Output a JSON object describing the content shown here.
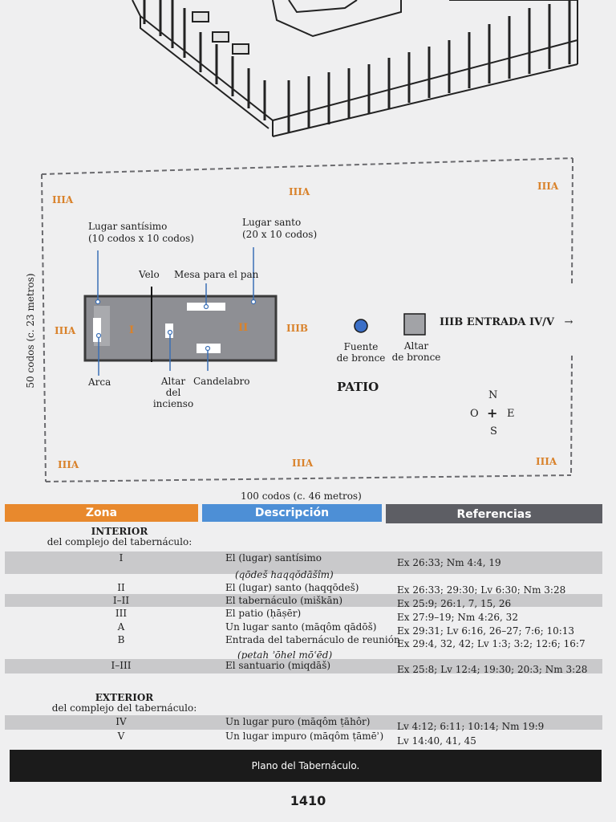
{
  "diagram": {
    "zone_labels": {
      "top_left": "IIIA",
      "top_center": "IIIA",
      "top_right": "IIIA",
      "mid_left": "IIIA",
      "mid_center": "IIIB",
      "bottom_left": "IIIA",
      "bottom_center": "IIIA",
      "bottom_right": "IIIA",
      "room_I": "I",
      "room_II": "II"
    },
    "holy_of_holies_label": "Lugar santísimo",
    "holy_of_holies_size": "(10 codos x 10 codos)",
    "holy_place_label": "Lugar santo",
    "holy_place_size": "(20 x 10 codos)",
    "veil_label": "Velo",
    "table_label": "Mesa para el pan",
    "ark_label": "Arca",
    "incense_altar_line1": "Altar",
    "incense_altar_line2": "del incienso",
    "lampstand_label": "Candelabro",
    "laver_line1": "Fuente",
    "laver_line2": "de bronce",
    "bronze_altar_line1": "Altar",
    "bronze_altar_line2": "de bronce",
    "entrance_label": "IIIB ENTRADA IV/V",
    "entrance_arrow": "→",
    "courtyard_label": "PATIO",
    "compass": {
      "n": "N",
      "s": "S",
      "e": "E",
      "w": "O",
      "center": "+"
    },
    "width_label": "100 codos (c. 46 metros)",
    "height_label": "50 codos (c. 23 metros)"
  },
  "table": {
    "headers": {
      "zone": "Zona",
      "description": "Descripción",
      "references": "Referencias"
    },
    "header_colors": {
      "zone": "#e8892d",
      "description": "#4d8fd6",
      "references": "#5d5e64"
    },
    "interior": {
      "title": "INTERIOR",
      "subtitle": "del complejo del tabernáculo:"
    },
    "interior_rows": [
      {
        "zone": "I",
        "desc": "El (lugar) santísimo",
        "desc_sub": "(qōdeš haqqŏdāšîm)",
        "refs": "Ex 26:33; Nm 4:4, 19"
      },
      {
        "zone": "II",
        "desc": "El (lugar) santo (haqqōdeš)",
        "refs": "Ex 26:33; 29:30; Lv 6:30; Nm 3:28"
      },
      {
        "zone": "I–II",
        "desc": "El tabernáculo (miškān)",
        "refs": "Ex 25:9; 26:1, 7, 15, 26"
      },
      {
        "zone": "III",
        "desc": "El patio (ḥāṣēr)",
        "refs": "Ex 27:9–19; Nm 4:26, 32"
      },
      {
        "zone": "A",
        "desc": "Un lugar santo (māqôm qādōš)",
        "refs": "Ex 29:31; Lv 6:16, 26–27; 7:6; 10:13"
      },
      {
        "zone": "B",
        "desc": "Entrada del tabernáculo de reunión",
        "desc_sub": "(petaḥ ʾōhel mōʿēd)",
        "refs": "Ex 29:4, 32, 42; Lv 1:3; 3:2; 12:6; 16:7"
      },
      {
        "zone": "I–III",
        "desc": "El santuario (miqdāš)",
        "refs": "Ex 25:8; Lv 12:4; 19:30; 20:3; Nm 3:28"
      }
    ],
    "exterior": {
      "title": "EXTERIOR",
      "subtitle": "del complejo del tabernáculo:"
    },
    "exterior_rows": [
      {
        "zone": "IV",
        "desc": "Un lugar puro (māqôm ṭāhôr)",
        "refs": "Lv 4:12; 6:11; 10:14; Nm 19:9"
      },
      {
        "zone": "V",
        "desc": "Un lugar impuro (māqôm ṭāmēʾ)",
        "refs": "Lv 14:40, 41, 45"
      }
    ]
  },
  "caption": "Plano del Tabernáculo.",
  "page_number": "1410"
}
